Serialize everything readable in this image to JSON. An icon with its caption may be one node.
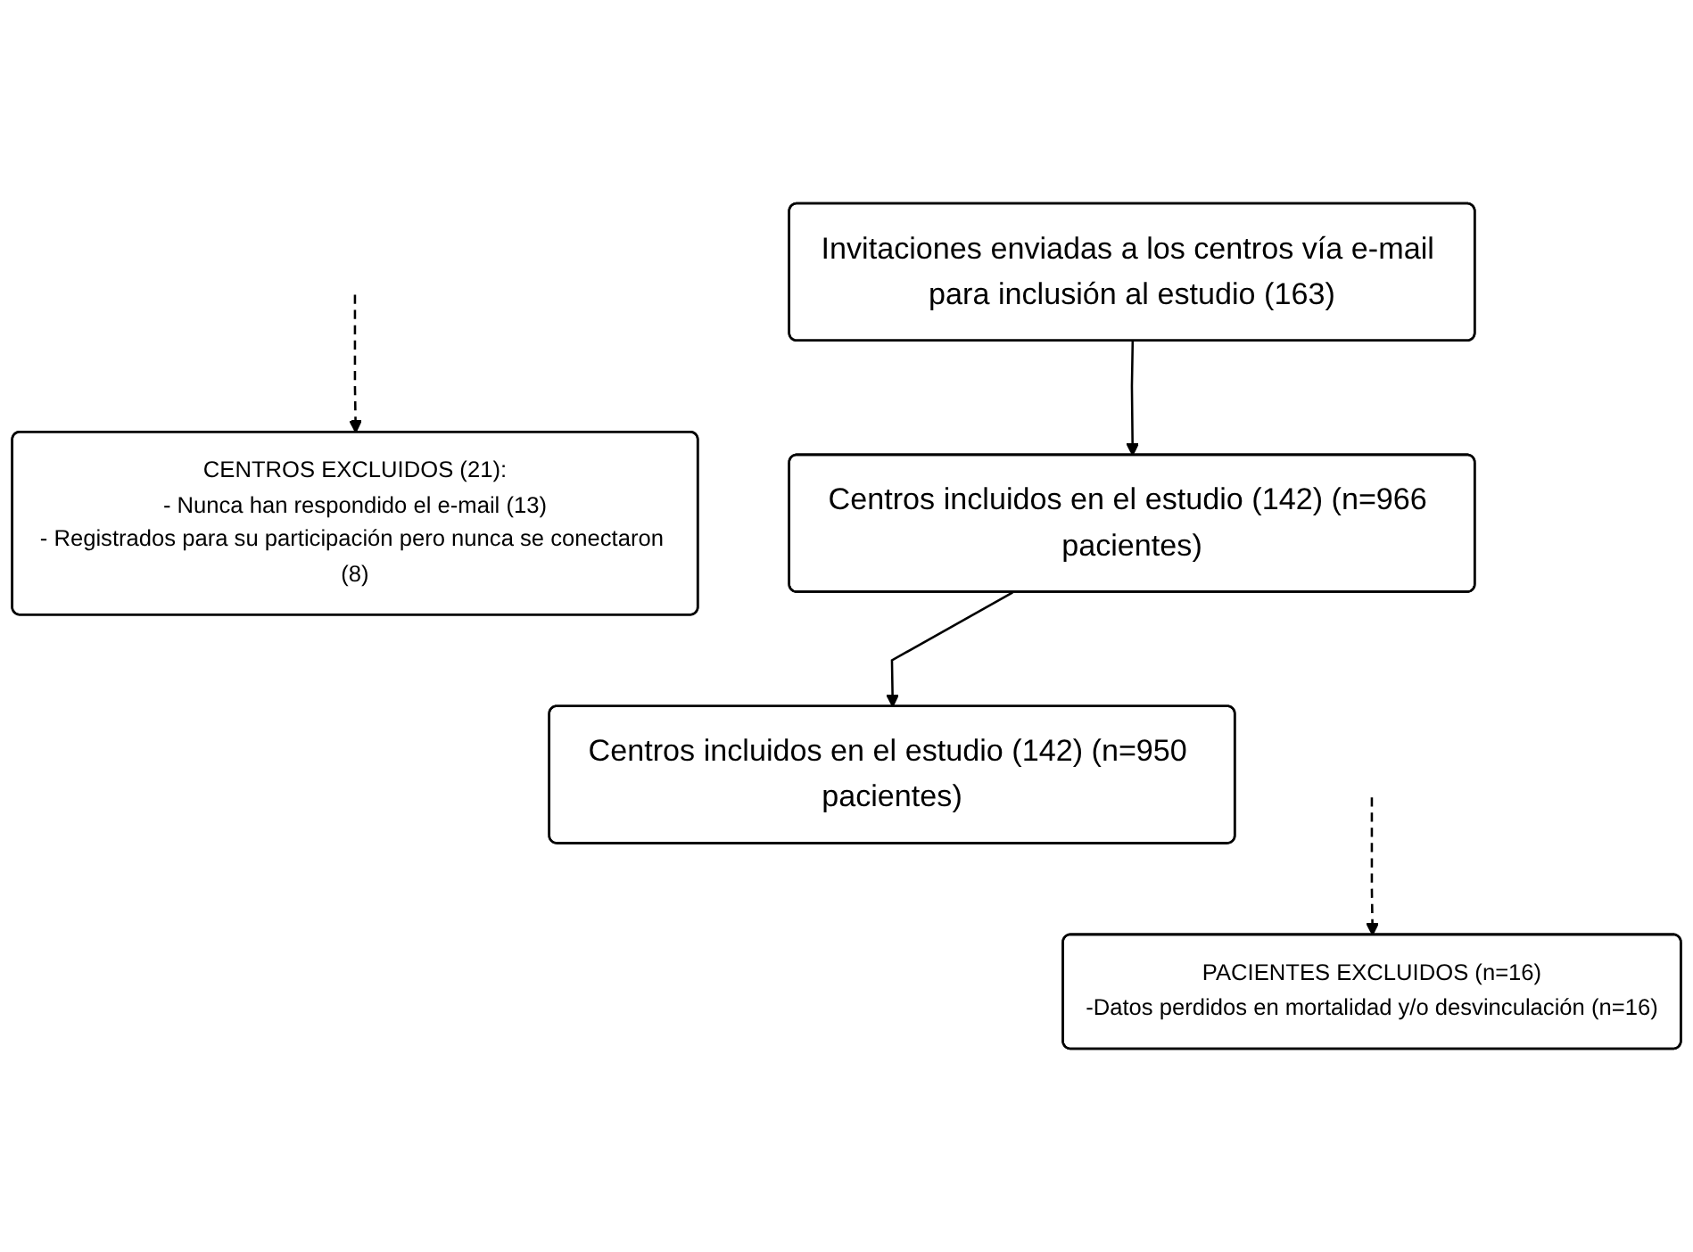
{
  "diagram": {
    "nodes": [
      {
        "text": [
          "Invitaciones enviadas a los centros vía e-mail para inclusión al estudio (163)"
        ]
      },
      {
        "text": [
          "CENTROS EXCLUIDOS (21):",
          "- Nunca han respondido el e-mail (13)",
          "- Registrados para su participación pero nunca se conectaron (8)"
        ]
      },
      {
        "text": [
          "Centros incluidos en el estudio (142) (n=966 pacientes)"
        ]
      },
      {
        "text": [
          "PACIENTES EXCLUIDOS (n=16)",
          "-Datos perdidos en mortalidad y/o desvinculación (n=16)"
        ]
      },
      {
        "text": [
          "Centros incluidos en el estudio (142) (n=950 pacientes)"
        ]
      }
    ],
    "edges": [
      {
        "from": 0,
        "to": 2,
        "arrow": "to"
      },
      {
        "from": null,
        "to": 1,
        "arrow": "to",
        "style": "dashed"
      },
      {
        "from": 2,
        "to": 4,
        "arrow": "to"
      },
      {
        "from": null,
        "to": 3,
        "arrow": "to",
        "style": "dashed"
      }
    ]
  }
}
